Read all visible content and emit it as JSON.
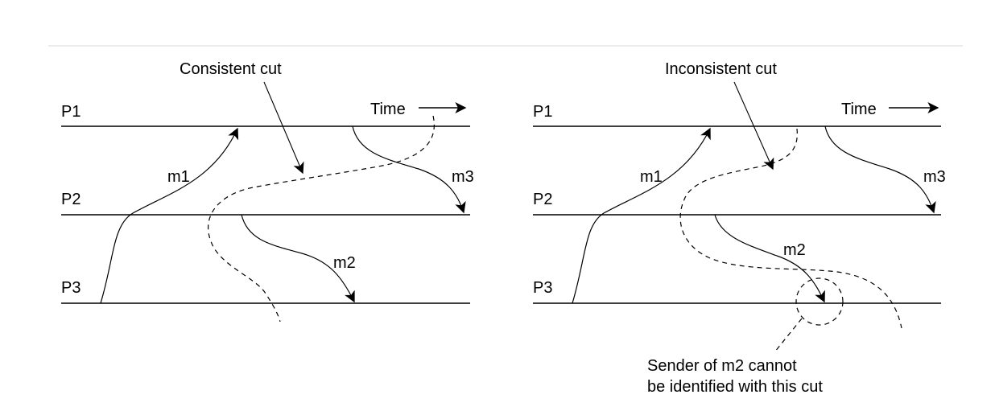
{
  "left_panel": {
    "title": "Consistent cut",
    "time_label": "Time",
    "processes": [
      "P1",
      "P2",
      "P3"
    ],
    "messages": [
      "m1",
      "m2",
      "m3"
    ]
  },
  "right_panel": {
    "title": "Inconsistent cut",
    "time_label": "Time",
    "processes": [
      "P1",
      "P2",
      "P3"
    ],
    "messages": [
      "m1",
      "m2",
      "m3"
    ],
    "note": [
      "Sender of m2 cannot",
      "be identified with this cut"
    ]
  }
}
